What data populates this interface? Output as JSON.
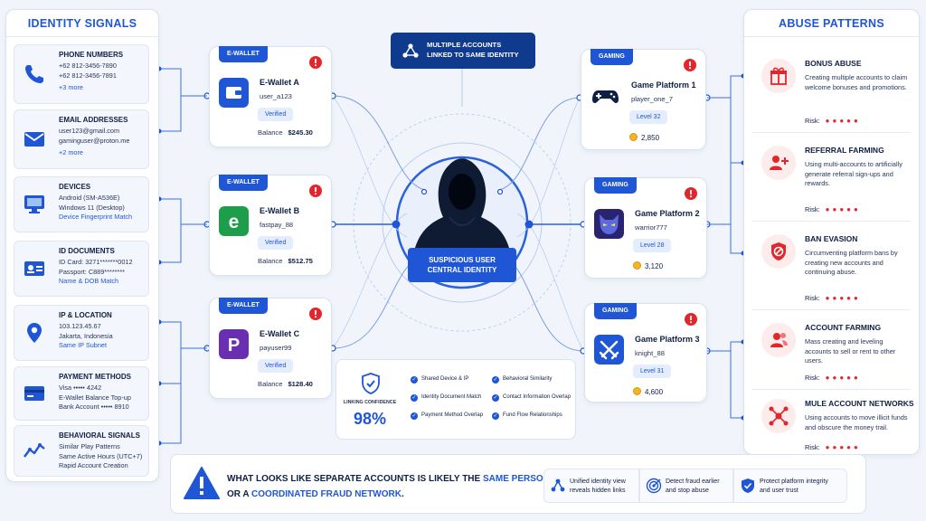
{
  "left_panel": {
    "title": "IDENTITY SIGNALS",
    "signals": [
      {
        "icon": "phone-icon",
        "heading": "PHONE NUMBERS",
        "lines": [
          "+62 812-3456-7890",
          "+62 812-3456-7891"
        ],
        "link": "+3 more"
      },
      {
        "icon": "email-icon",
        "heading": "EMAIL ADDRESSES",
        "lines": [
          "user123@gmail.com",
          "gaminguser@proton.me"
        ],
        "link": "+2 more"
      },
      {
        "icon": "monitor-icon",
        "heading": "DEVICES",
        "lines": [
          "Android (SM-A536E)",
          "Windows 11 (Desktop)"
        ],
        "link": "Device Fingerprint Match"
      },
      {
        "icon": "id-card-icon",
        "heading": "ID DOCUMENTS",
        "lines": [
          "ID Card: 3271*******0012",
          "Passport: C889********"
        ],
        "link": "Name & DOB Match"
      },
      {
        "icon": "location-pin-icon",
        "heading": "IP & LOCATION",
        "lines": [
          "103.123.45.67",
          "Jakarta, Indonesia"
        ],
        "link": "Same IP Subnet"
      },
      {
        "icon": "credit-card-icon",
        "heading": "PAYMENT METHODS",
        "lines": [
          "Visa ••••• 4242",
          "E-Wallet Balance Top-up",
          "Bank Account ••••• 8910"
        ],
        "link": ""
      },
      {
        "icon": "activity-chart-icon",
        "heading": "BEHAVIORAL SIGNALS",
        "lines": [
          "Similar Play Patterns",
          "Same Active Hours (UTC+7)",
          "Rapid Account Creation"
        ],
        "link": ""
      }
    ]
  },
  "right_panel": {
    "title": "ABUSE PATTERNS",
    "risk_label": "Risk:",
    "patterns": [
      {
        "icon": "gift-icon",
        "heading": "BONUS ABUSE",
        "desc": "Creating multiple accounts to claim welcome bonuses and promotions.",
        "risk": 5
      },
      {
        "icon": "user-plus-icon",
        "heading": "REFERRAL FARMING",
        "desc": "Using multi-accounts to artificially generate referral sign-ups and rewards.",
        "risk": 5
      },
      {
        "icon": "ban-shield-icon",
        "heading": "BAN EVASION",
        "desc": "Circumventing platform bans by creating new accounts and continuing abuse.",
        "risk": 5
      },
      {
        "icon": "users-icon",
        "heading": "ACCOUNT FARMING",
        "desc": "Mass creating and leveling accounts to sell or rent to other users.",
        "risk": 5
      },
      {
        "icon": "network-icon",
        "heading": "MULE ACCOUNT NETWORKS",
        "desc": "Using accounts to move illicit funds and obscure the money trail.",
        "risk": 5
      }
    ]
  },
  "wallets": [
    {
      "tag": "E-WALLET",
      "name": "E-Wallet A",
      "user": "user_a123",
      "status": "Verified",
      "balance_label": "Balance",
      "balance": "$245.30",
      "logo": "wallet-icon",
      "color": "#1f56d6"
    },
    {
      "tag": "E-WALLET",
      "name": "E-Wallet B",
      "user": "fastpay_88",
      "status": "Verified",
      "balance_label": "Balance",
      "balance": "$512.75",
      "logo": "e-letter-icon",
      "color": "#1e9e4a"
    },
    {
      "tag": "E-WALLET",
      "name": "E-Wallet C",
      "user": "payuser99",
      "status": "Verified",
      "balance_label": "Balance",
      "balance": "$128.40",
      "logo": "p-letter-icon",
      "color": "#6a2fb0"
    }
  ],
  "games": [
    {
      "tag": "GAMING",
      "name": "Game Platform 1",
      "user": "player_one_7",
      "level": "Level 32",
      "coins": "2,850",
      "logo": "gamepad-icon"
    },
    {
      "tag": "GAMING",
      "name": "Game Platform 2",
      "user": "warrior777",
      "level": "Level 28",
      "coins": "3,120",
      "logo": "demon-mask-icon"
    },
    {
      "tag": "GAMING",
      "name": "Game Platform 3",
      "user": "knight_88",
      "level": "Level 31",
      "coins": "4,600",
      "logo": "crossed-swords-icon"
    }
  ],
  "center": {
    "banner": [
      "MULTIPLE ACCOUNTS",
      "LINKED TO SAME IDENTITY"
    ],
    "label": [
      "SUSPICIOUS USER",
      "CENTRAL IDENTITY"
    ]
  },
  "confidence": {
    "label": "LINKING CONFIDENCE",
    "value": "98%",
    "items": [
      "Shared Device & IP",
      "Behavioral Similarity",
      "Identity Document Match",
      "Contact Information Overlap",
      "Payment Method Overlap",
      "Fund Flow Relationships"
    ]
  },
  "bottom": {
    "line1_pre": "WHAT LOOKS LIKE SEPARATE ACCOUNTS IS LIKELY THE ",
    "line1_em": "SAME PERSON",
    "line2_pre": "OR A ",
    "line2_em": "COORDINATED FRAUD NETWORK",
    "line2_post": ".",
    "features": [
      {
        "icon": "hierarchy-icon",
        "lines": [
          "Unified identity view",
          "reveals hidden links"
        ]
      },
      {
        "icon": "target-icon",
        "lines": [
          "Detect fraud earlier",
          "and stop abuse"
        ]
      },
      {
        "icon": "shield-check-icon",
        "lines": [
          "Protect platform integrity",
          "and user trust"
        ]
      }
    ]
  },
  "colors": {
    "accent": "#1f56d6",
    "navy": "#0f3a8e",
    "risk": "#e3262b"
  }
}
